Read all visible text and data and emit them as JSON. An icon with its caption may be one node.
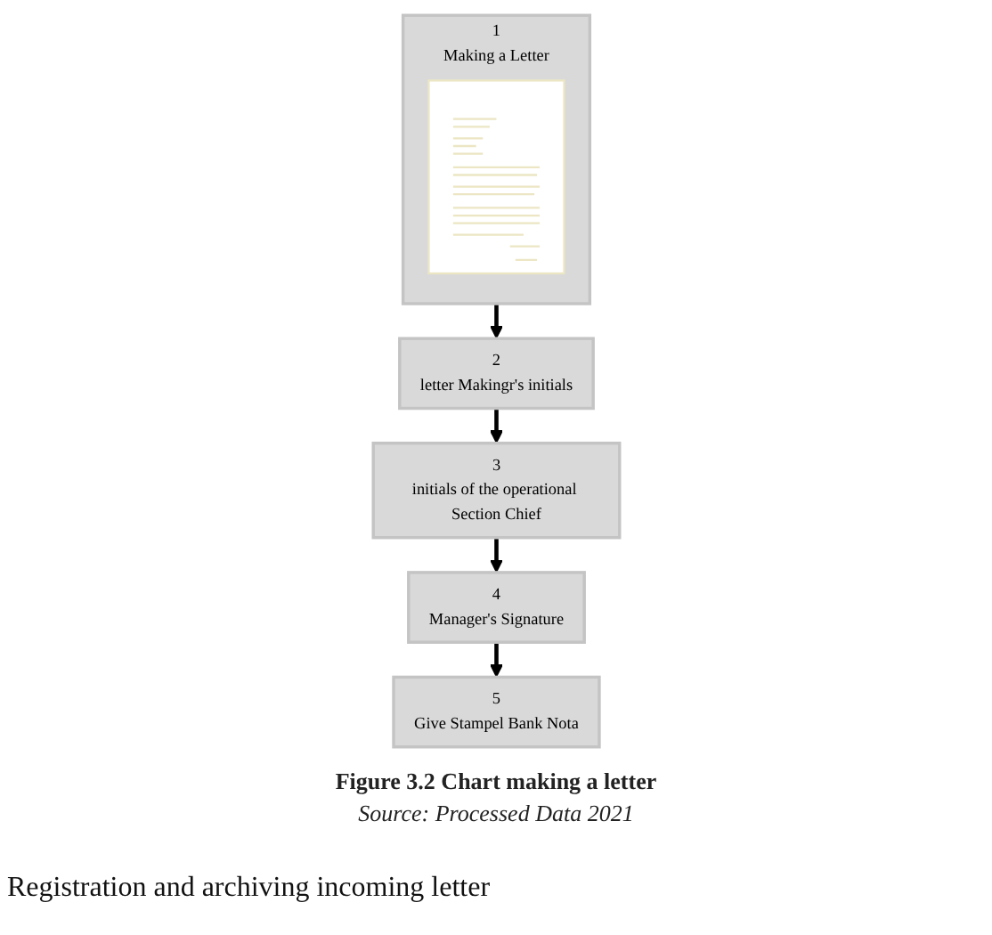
{
  "diagram": {
    "caption": "Figure 3.2 Chart making a letter",
    "nodes": [
      {
        "text": [
          "1",
          "Making a Letter"
        ]
      },
      {
        "text": [],
        "shape": "picture",
        "in": 0
      },
      {
        "text": [
          "2",
          "letter Makingr's initials"
        ]
      },
      {
        "text": [
          "3",
          "initials of the operational Section Chief"
        ]
      },
      {
        "text": [
          "4",
          "Manager's Signature"
        ]
      },
      {
        "text": [
          "5",
          "Give Stampel Bank Nota"
        ]
      }
    ],
    "edges": [
      {
        "from": 0,
        "to": 2,
        "arrow": "to"
      },
      {
        "from": 2,
        "to": 3,
        "arrow": "to"
      },
      {
        "from": 3,
        "to": 4,
        "arrow": "to"
      },
      {
        "from": 4,
        "to": 5,
        "arrow": "to"
      }
    ],
    "labels": [
      "Source: Processed Data 2021",
      "Registration and archiving incoming letter"
    ]
  }
}
